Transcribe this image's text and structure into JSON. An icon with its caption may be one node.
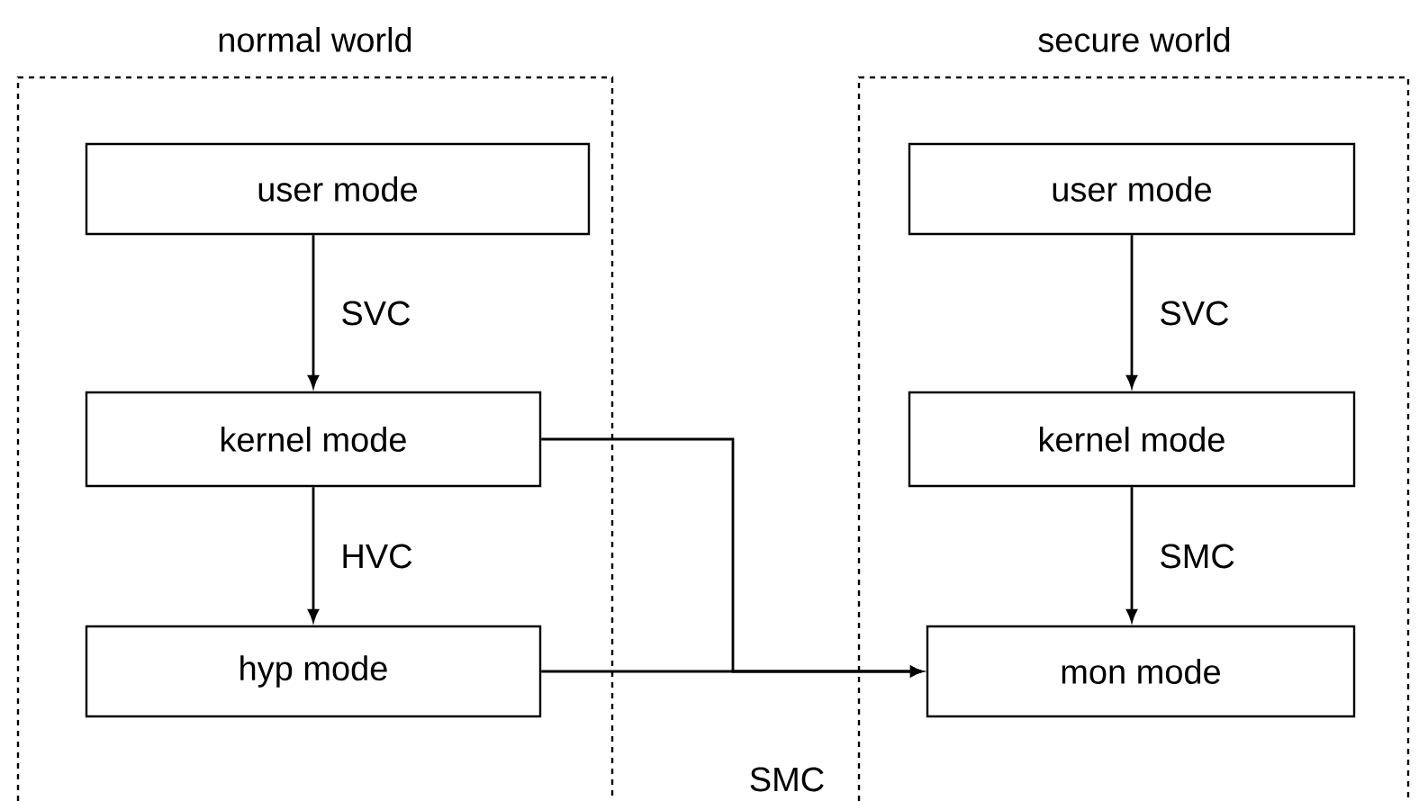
{
  "diagram": {
    "nodes": [
      {
        "text": [
          "normal world"
        ]
      },
      {
        "text": [
          "user mode"
        ],
        "in": 0
      },
      {
        "text": [
          "kernel mode"
        ],
        "in": 0
      },
      {
        "text": [
          "hyp mode"
        ],
        "in": 0
      },
      {
        "text": [
          "secure world"
        ]
      },
      {
        "text": [
          "user mode"
        ],
        "in": 4
      },
      {
        "text": [
          "kernel mode"
        ],
        "in": 4
      },
      {
        "text": [
          "mon mode"
        ],
        "in": 4
      }
    ],
    "edges": [
      {
        "from": 1,
        "to": 2,
        "arrow": "to",
        "label": "SVC"
      },
      {
        "from": 2,
        "to": 3,
        "arrow": "to",
        "label": "HVC"
      },
      {
        "from": 5,
        "to": 6,
        "arrow": "to",
        "label": "SVC"
      },
      {
        "from": 6,
        "to": 7,
        "arrow": "to",
        "label": "SMC"
      },
      {
        "from": 2,
        "to": 7,
        "arrow": "to"
      },
      {
        "from": 3,
        "to": 7,
        "arrow": "to",
        "label": "SMC"
      }
    ]
  }
}
